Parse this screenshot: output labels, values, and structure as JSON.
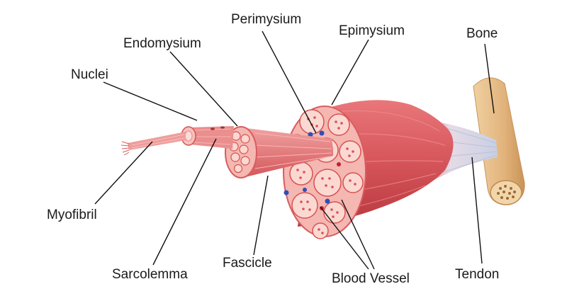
{
  "labels": {
    "perimysium": "Perimysium",
    "epimysium": "Epimysium",
    "bone": "Bone",
    "endomysium": "Endomysium",
    "nuclei": "Nuclei",
    "myofibril": "Myofibril",
    "sarcolemma": "Sarcolemma",
    "fascicle": "Fascicle",
    "blood_vessel": "Blood Vessel",
    "tendon": "Tendon"
  },
  "colors": {
    "muscle_dark": "#c9454a",
    "muscle_mid": "#e0656a",
    "muscle_light": "#f2a3a3",
    "section_fill": "#f7c9c4",
    "fiber_dot": "#d9524f",
    "tendon": "#d6dbe8",
    "bone": "#e6bf8c",
    "bone_dark": "#c9955c",
    "blood_vessel": "#2f4fb5",
    "artery": "#c51f2a"
  }
}
